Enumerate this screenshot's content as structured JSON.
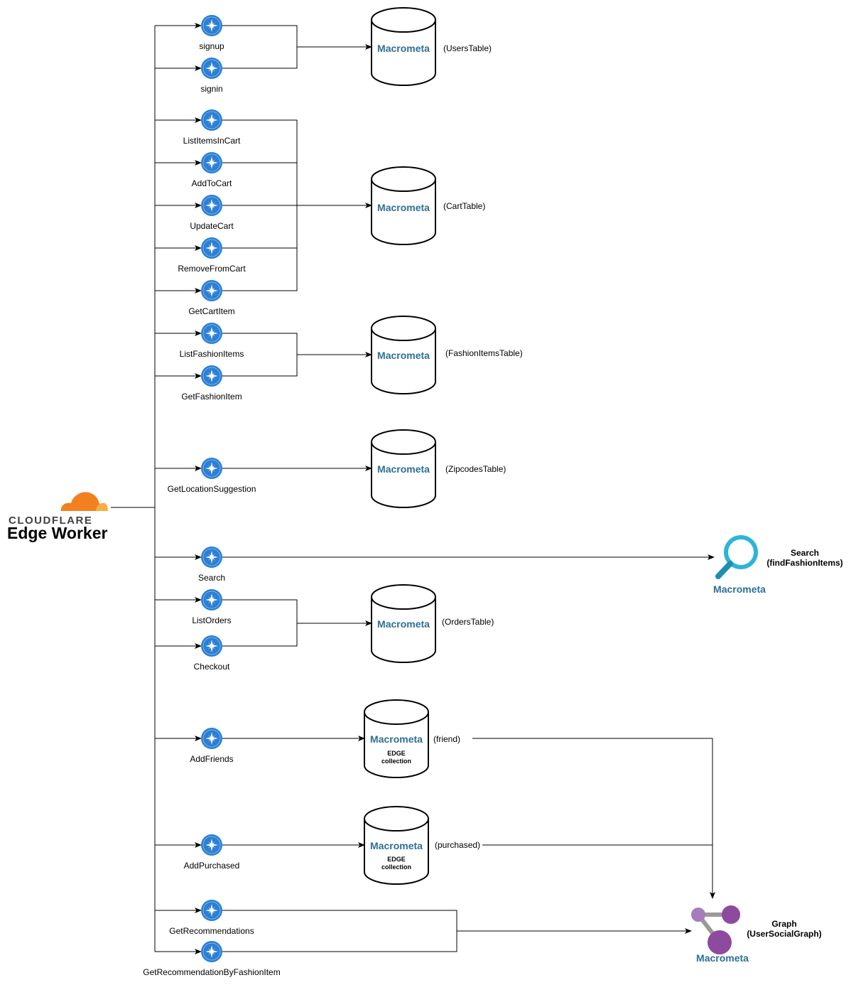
{
  "source": {
    "brand": "CLOUDFLARE",
    "title": "Edge Worker",
    "colors": {
      "cloud_orange": "#f38020",
      "cloud_light": "#faae40",
      "wordmark": "#404041"
    }
  },
  "functions": [
    {
      "id": "signup",
      "label": "signup"
    },
    {
      "id": "signin",
      "label": "signin"
    },
    {
      "id": "list-items-in-cart",
      "label": "ListItemsInCart"
    },
    {
      "id": "add-to-cart",
      "label": "AddToCart"
    },
    {
      "id": "update-cart",
      "label": "UpdateCart"
    },
    {
      "id": "remove-from-cart",
      "label": "RemoveFromCart"
    },
    {
      "id": "get-cart-item",
      "label": "GetCartItem"
    },
    {
      "id": "list-fashion-items",
      "label": "ListFashionItems"
    },
    {
      "id": "get-fashion-item",
      "label": "GetFashionItem"
    },
    {
      "id": "get-location-suggestion",
      "label": "GetLocationSuggestion"
    },
    {
      "id": "search",
      "label": "Search"
    },
    {
      "id": "list-orders",
      "label": "ListOrders"
    },
    {
      "id": "checkout",
      "label": "Checkout"
    },
    {
      "id": "add-friends",
      "label": "AddFriends"
    },
    {
      "id": "add-purchased",
      "label": "AddPurchased"
    },
    {
      "id": "get-recommendations",
      "label": "GetRecommendations"
    },
    {
      "id": "get-recommendation-by-fashion-item",
      "label": "GetRecommendationByFashionItem"
    }
  ],
  "databases": [
    {
      "id": "users-table",
      "brand": "Macrometa",
      "label": "(UsersTable)"
    },
    {
      "id": "cart-table",
      "brand": "Macrometa",
      "label": "(CartTable)"
    },
    {
      "id": "fashion-items-table",
      "brand": "Macrometa",
      "label": "(FashionItemsTable)"
    },
    {
      "id": "zipcodes-table",
      "brand": "Macrometa",
      "label": "(ZipcodesTable)"
    },
    {
      "id": "orders-table",
      "brand": "Macrometa",
      "label": "(OrdersTable)"
    },
    {
      "id": "friend-edge",
      "brand": "Macrometa",
      "label": "(friend)",
      "sub1": "EDGE",
      "sub2": "collection"
    },
    {
      "id": "purchased-edge",
      "brand": "Macrometa",
      "label": "(purchased)",
      "sub1": "EDGE",
      "sub2": "collection"
    }
  ],
  "search_service": {
    "brand": "Macrometa",
    "title": "Search",
    "subtitle": "(findFashionItems)"
  },
  "graph_service": {
    "brand": "Macrometa",
    "title": "Graph",
    "subtitle": "(UserSocialGraph)"
  },
  "colors": {
    "function_icon": "#2b7fd4",
    "macrometa_text": "#2e6f95",
    "search_icon": "#2bb5d6",
    "search_handle": "#1a8fb0",
    "graph_node": "#8e4a9e",
    "graph_node_light": "#a57cbd",
    "graph_edge": "#9a9a9a"
  }
}
